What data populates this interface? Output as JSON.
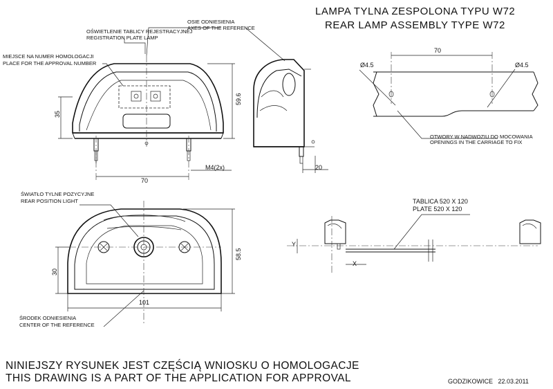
{
  "title": {
    "line1": "LAMPA TYLNA ZESPOLONA TYPU W72",
    "line2": "REAR LAMP ASSEMBLY TYPE W72"
  },
  "labels": {
    "axes_pl": "OSIE ODNIESIENIA",
    "axes_en": "AXES OF THE REFERENCE",
    "plate_light_pl": "OŚWIETLENIE TABLICY REJESTRACYJNEJ",
    "plate_light_en": "REGISTRATION PLATE LAMP",
    "approval_pl": "MIEJSCE NA NUMER HOMOLOGACJI",
    "approval_en": "PLACE FOR THE APPROVAL NUMBER",
    "holes_pl": "OTWORY W NADWOZIU DO MOCOWANIA",
    "holes_en": "OPENINGS IN THE CARRIAGE TO FIX",
    "position_pl": "ŚWIATŁO TYLNE POZYCYJNE",
    "position_en": "REAR POSITION LIGHT",
    "center_pl": "ŚRODEK ODNIESIENIA",
    "center_en": "CENTER OF THE REFERENCE",
    "plate_pl": "TABLICA 520 X 120",
    "plate_en": "PLATE 520 X 120"
  },
  "dimensions": {
    "d35": "35",
    "d59_6": "59.6",
    "d70_front": "70",
    "m4": "M4(2x)",
    "d20": "20",
    "d70_holes": "70",
    "phi_left": "Ø4.5",
    "phi_right": "Ø4.5",
    "d30": "30",
    "d58_5": "58.5",
    "d101": "101",
    "y": "Y",
    "x": "X"
  },
  "footer": {
    "line1": "NINIEJSZY RYSUNEK JEST CZĘŚCIĄ WNIOSKU O HOMOLOGACJE",
    "line2": "THIS DRAWING IS A PART OF THE APPLICATION FOR APPROVAL",
    "place_date": "GODZIKOWICE   22.03.2011"
  }
}
